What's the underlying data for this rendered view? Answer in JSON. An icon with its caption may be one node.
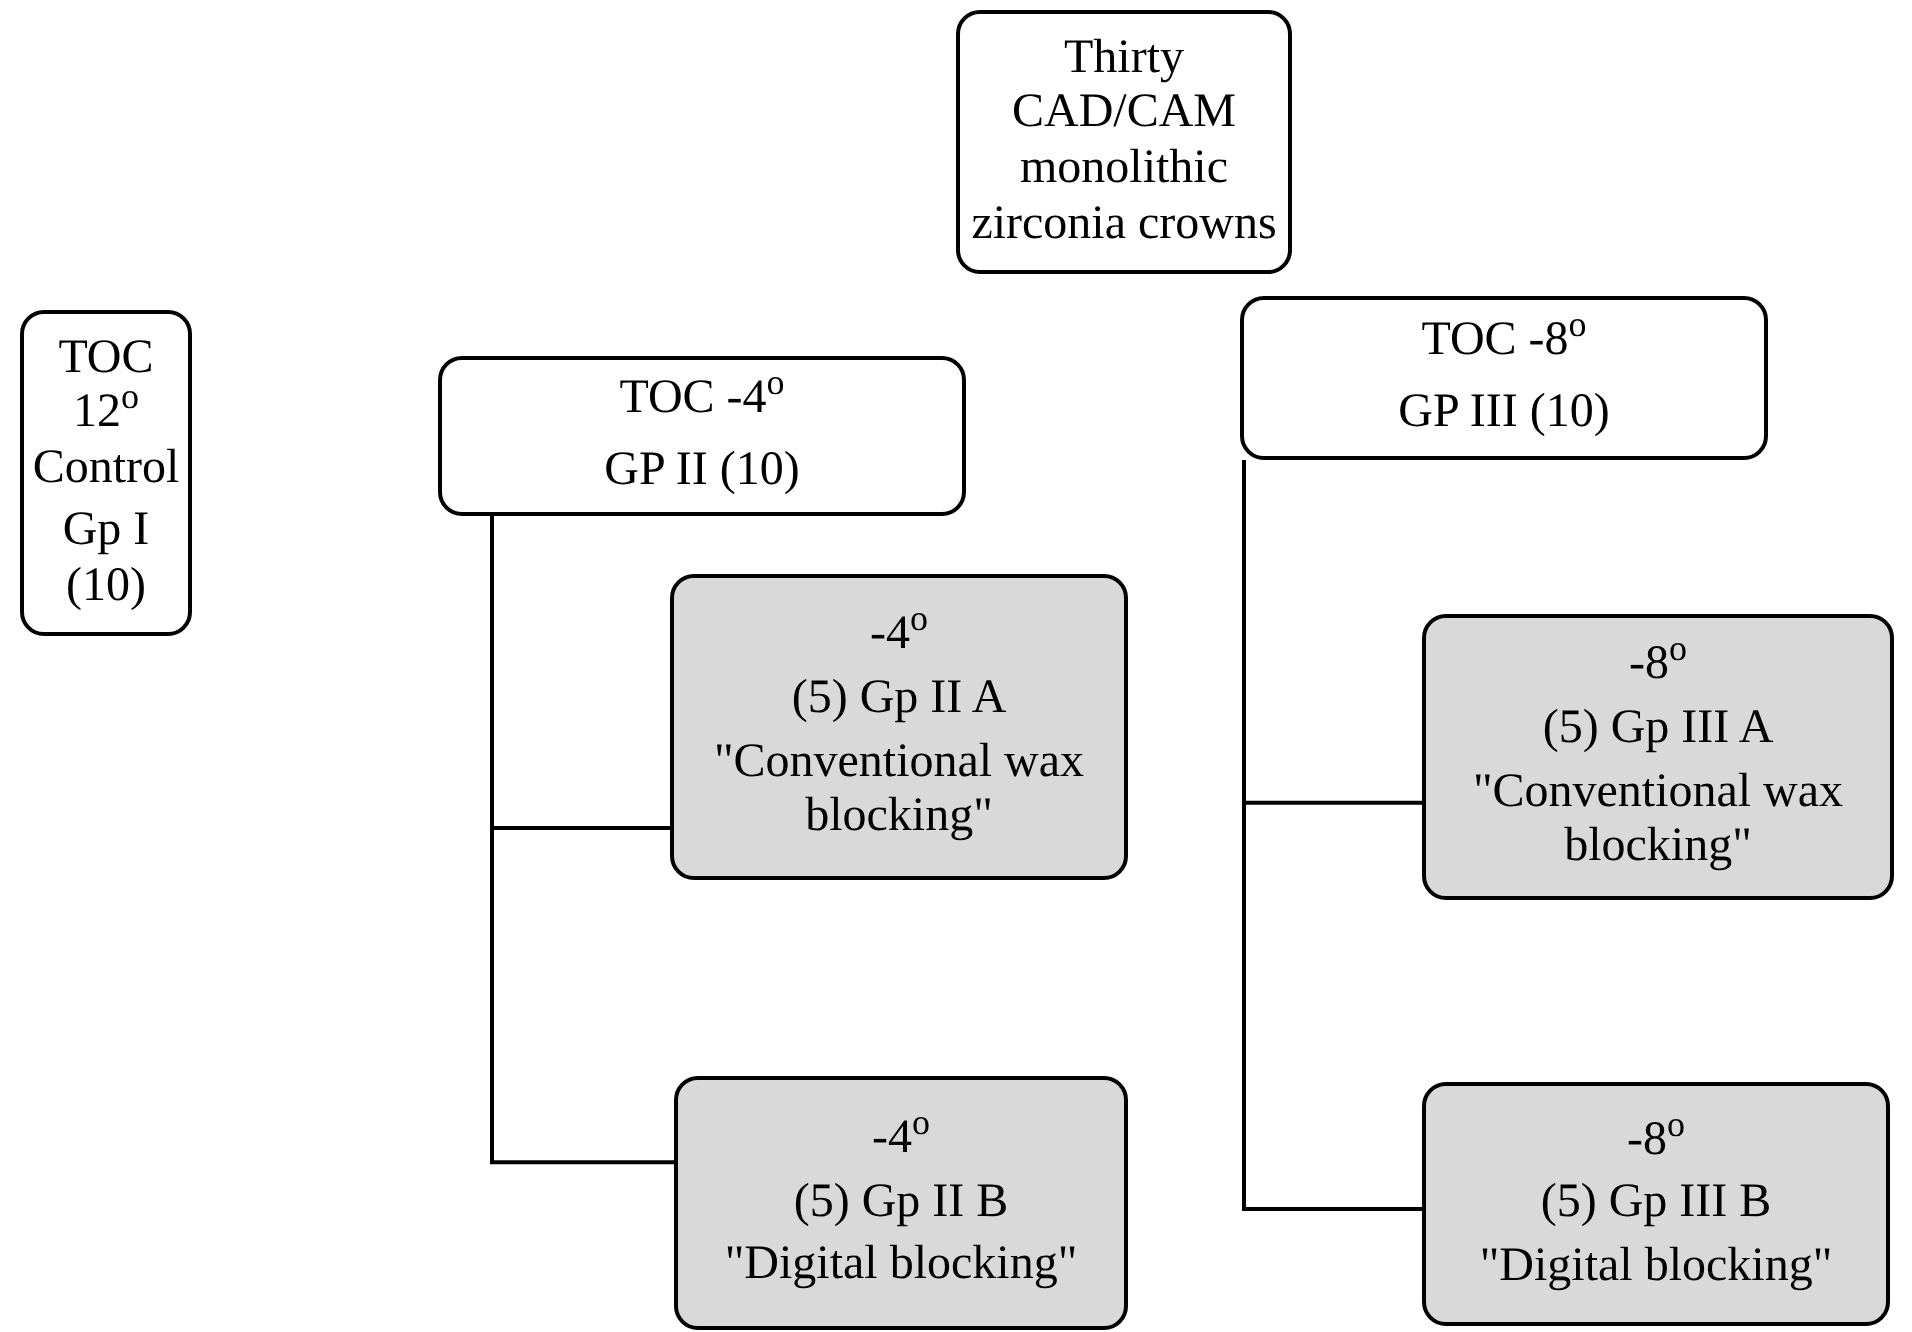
{
  "diagram": {
    "nodes": [
      {
        "text": [
          "Thirty CAD/CAM monolithic zirconia crowns"
        ]
      },
      {
        "text": [
          "TOC 12$^{o}$ Control",
          "Gp I (10)"
        ]
      },
      {
        "text": [
          "TOC -4$^{o}$",
          "GP II (10)"
        ]
      },
      {
        "text": [
          "TOC -8$^{o}$",
          "GP III (10)"
        ]
      },
      {
        "text": [
          "-4$^{o}$",
          "(5) Gp II A",
          "\"Conventional wax blocking\""
        ]
      },
      {
        "text": [
          "-4$^{o}$",
          "(5) Gp II B",
          "\"Digital blocking\""
        ]
      },
      {
        "text": [
          "-8$^{o}$",
          "(5) Gp III A",
          "\"Conventional wax blocking\""
        ]
      },
      {
        "text": [
          "-8$^{o}$",
          "(5) Gp III B",
          "\"Digital blocking\""
        ]
      }
    ],
    "edges": [
      {
        "from": 2,
        "to": 4,
        "arrow": "none"
      },
      {
        "from": 2,
        "to": 5,
        "arrow": "none"
      },
      {
        "from": 3,
        "to": 6,
        "arrow": "none"
      },
      {
        "from": 3,
        "to": 7,
        "arrow": "none"
      }
    ]
  }
}
